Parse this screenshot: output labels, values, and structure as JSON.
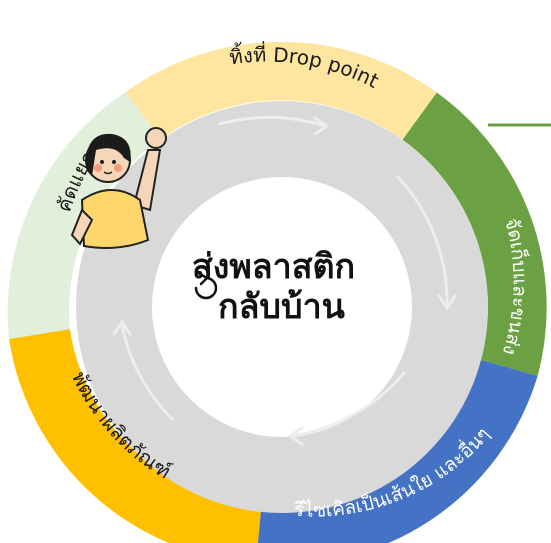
{
  "center": {
    "line1": "ส่งพลาสติก",
    "line2": "กลับบ้าน"
  },
  "segments": [
    {
      "label": "ทิ้งที่ Drop point",
      "color": "#FFE6A0"
    },
    {
      "label": "จัดเก็บและขนส่ง",
      "color": "#6BA043"
    },
    {
      "label": "รีไซเคิลเป็นเส้นใย และอื่นๆ",
      "color": "#4472C4"
    },
    {
      "label": "พัฒนาผลิตภัณฑ์",
      "color": "#FFC000"
    },
    {
      "label": "คัดแยก",
      "color": "#E2EFDA"
    }
  ],
  "colors": {
    "inner_ring": "#D9D9D9",
    "center_disc": "#FFFFFF",
    "arrows": "#EDEDED",
    "connector": "#6BA043"
  },
  "icons": {
    "person": "person-raising-fist-illustration",
    "recycle": "recycle-arrows-icon"
  }
}
